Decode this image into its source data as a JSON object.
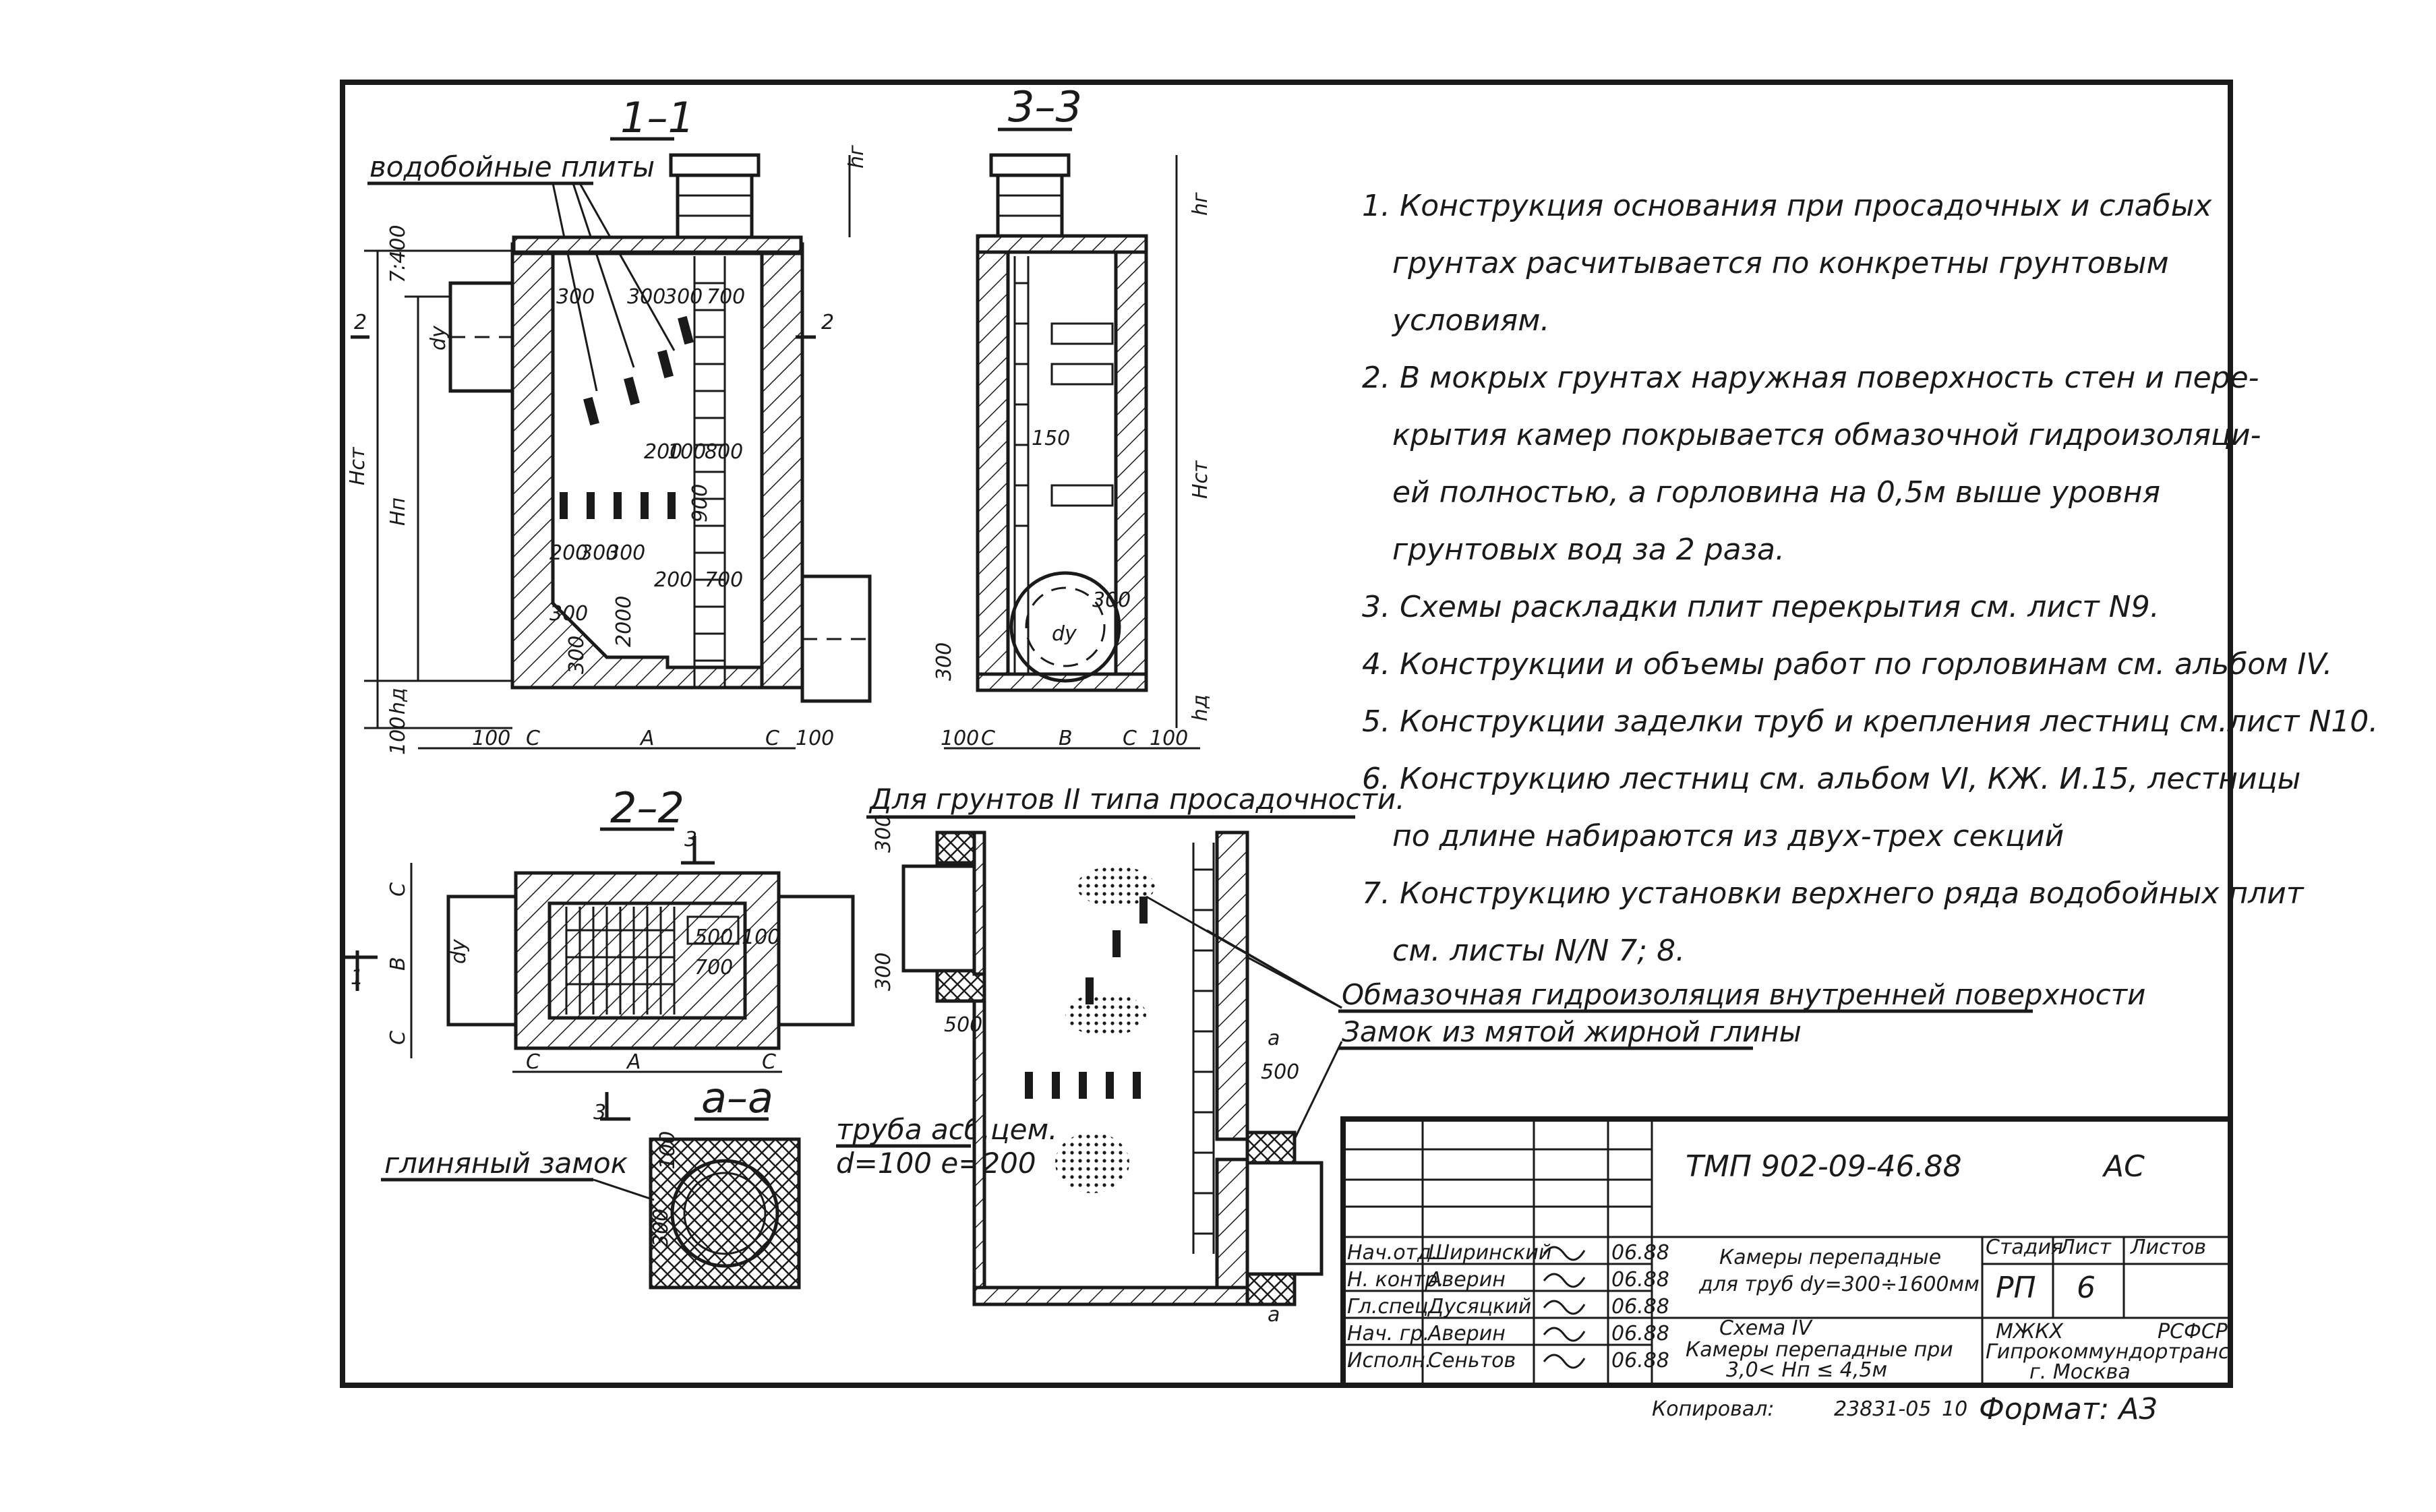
{
  "sections": {
    "s11": "1–1",
    "s33": "3–3",
    "s22": "2–2",
    "saa": "а–а"
  },
  "labels": {
    "vodoboinye": "водобойные плиты",
    "soil_type": "Для грунтов II типа просадочности.",
    "obmaz": "Обмазочная гидроизоляция внутренней поверхности",
    "zamok_glina": "Замок из мятой жирной глины",
    "glinyany_zamok": "глиняный замок",
    "truba_1": "труба асб.цем.",
    "truba_2": "d=100  e=200"
  },
  "dims": {
    "hr": "hг",
    "hct": "Hст",
    "hn": "Hп",
    "hd": "hд",
    "dy": "dy",
    "d100": "100",
    "d150": "150",
    "d200": "200",
    "d300": "300",
    "d400": "400",
    "d500": "500",
    "d700": "700",
    "d800": "800",
    "d900": "900",
    "d2000": "2000",
    "d7400": "7:400",
    "A": "A",
    "B": "B",
    "C": "C",
    "a": "а",
    "n1": "1",
    "n2": "2",
    "n3": "3"
  },
  "notes": [
    "1. Конструкция основания при просадочных и слабых",
    "грунтах расчитывается по конкретны  грунтовым",
    "условиям.",
    "2. В мокрых грунтах наружная поверхность стен и пере-",
    "крытия камер покрывается обмазочной гидроизоляци-",
    "ей полностью, а  горловина на 0,5м выше уровня",
    "грунтовых вод за 2 раза.",
    "3. Схемы раскладки плит перекрытия см. лист N9.",
    "4. Конструкции и объемы работ по горловинам см. альбом IV.",
    "5. Конструкции заделки труб и крепления лестниц см.лист N10.",
    "6. Конструкцию лестниц см. альбом VI, КЖ. И.15, лестницы",
    "по длине набираются из двух-трех секций",
    "7. Конструкцию установки верхнего ряда водобойных плит",
    "см. листы N/N 7; 8."
  ],
  "title_block": {
    "doc_code": "ТМП 902-09-46.88",
    "mark": "АС",
    "title_1": "Камеры перепадные",
    "title_2": "для труб dy=300÷1600мм",
    "scheme_1": "Схема IV",
    "scheme_2": "Камеры перепадные при",
    "scheme_3": "3,0< Hп ≤ 4,5м",
    "stage_hdr": "Стадия",
    "sheet_hdr": "Лист",
    "sheets_hdr": "Листов",
    "stage": "РП",
    "sheet": "6",
    "org_1": "МЖКХ",
    "org_2": "РСФСР",
    "org_3": "Гипрокоммундортранс",
    "org_4": "г. Москва",
    "roles": [
      "Нач.отд.",
      "Н. контр.",
      "Гл.спец.",
      "Нач. гр.",
      "Исполн."
    ],
    "names": [
      "Ширинский",
      "Аверин",
      "Дусяцкий",
      "Аверин",
      "Сеньтов"
    ],
    "dates": [
      "06.88",
      "06.88",
      "06.88",
      "06.88",
      "06.88"
    ],
    "copied": "Копировал:",
    "copy_num": "23831-05",
    "copy_n": "10",
    "format": "Формат: А3"
  }
}
